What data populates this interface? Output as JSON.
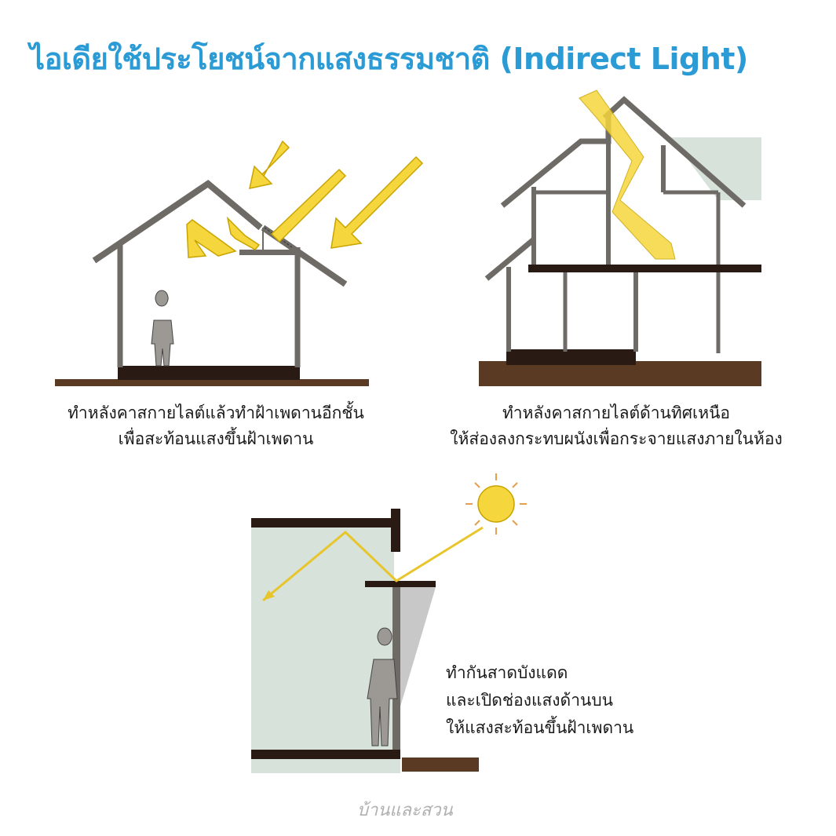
{
  "title": "ไอเดียใช้ประโยชน์จากแสงธรรมชาติ (Indirect Light)",
  "diagrams": [
    {
      "caption_line1": "ทำหลังคาสกายไลต์แล้วทำฝ้าเพดานอีกชั้น",
      "caption_line2": "เพื่อสะท้อนแสงขึ้นฝ้าเพดาน"
    },
    {
      "caption_line1": "ทำหลังคาสกายไลต์ด้านทิศเหนือ",
      "caption_line2": "ให้ส่องลงกระทบผนังเพื่อกระจายแสงภายในห้อง"
    },
    {
      "caption_line1": "ทำกันสาดบังแดด",
      "caption_line2": "และเปิดช่องแสงด้านบน",
      "caption_line3": "ให้แสงสะท้อนขึ้นฝ้าเพดาน"
    }
  ],
  "logo": "บ้านและสวน",
  "colors": {
    "title": "#2b9bd6",
    "light": "#f5d63d",
    "wall": "#6e6a66",
    "ground": "#5a3a22",
    "floor": "#2a1a14",
    "room": "#d6e2da"
  }
}
